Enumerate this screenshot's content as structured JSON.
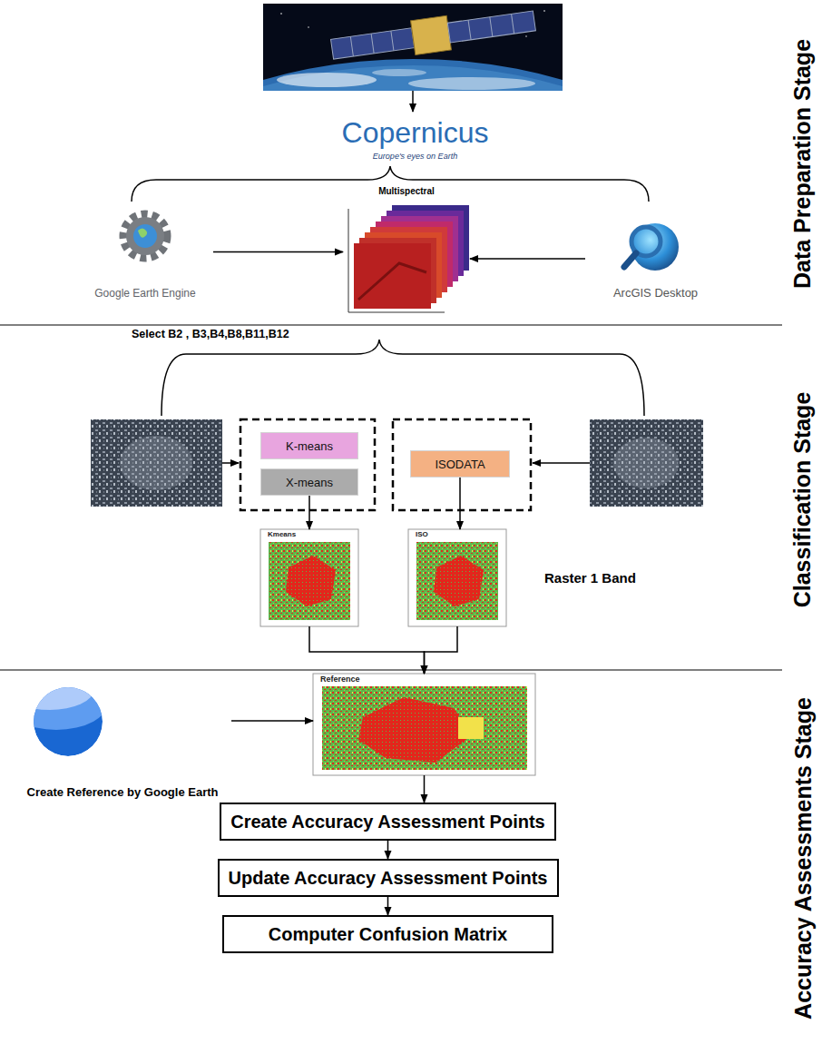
{
  "diagram": {
    "nodes": [
      {
        "text": [
          "Copernicus",
          "Europe's eyes on Earth"
        ]
      },
      {
        "text": [
          "Google Earth Engine"
        ]
      },
      {
        "text": [
          "Multispectral"
        ]
      },
      {
        "text": [
          "ArcGIS Desktop"
        ]
      },
      {
        "text": [
          "K-means"
        ]
      },
      {
        "text": [
          "X-means"
        ]
      },
      {
        "text": [
          "ISODATA"
        ]
      },
      {
        "text": [
          "Kmeans"
        ]
      },
      {
        "text": [
          "ISO"
        ]
      },
      {
        "text": [
          "Reference"
        ]
      },
      {
        "text": [
          "Create Reference by Google Earth"
        ]
      },
      {
        "text": [
          "Create Accuracy Assessment Points"
        ]
      },
      {
        "text": [
          "Update Accuracy Assessment Points"
        ]
      },
      {
        "text": [
          "Computer Confusion Matrix"
        ]
      }
    ],
    "edges": [
      {
        "from": 1,
        "to": 2,
        "arrow": "to"
      },
      {
        "from": 3,
        "to": 2,
        "arrow": "to"
      },
      {
        "from": 5,
        "to": 7,
        "arrow": "to"
      },
      {
        "from": 6,
        "to": 8,
        "arrow": "to"
      },
      {
        "from": 7,
        "to": 9,
        "arrow": "to"
      },
      {
        "from": 8,
        "to": 9,
        "arrow": "to"
      },
      {
        "from": 10,
        "to": 9,
        "arrow": "to"
      },
      {
        "from": 9,
        "to": 11,
        "arrow": "to"
      },
      {
        "from": 11,
        "to": 12,
        "arrow": "to"
      },
      {
        "from": 12,
        "to": 13,
        "arrow": "to"
      }
    ],
    "labels": [
      "Data Preparation Stage",
      "Select B2 , B3,B4,B8,B11,B12",
      "Classification Stage",
      "Raster 1 Band",
      "Accuracy Assessments Stage"
    ]
  }
}
